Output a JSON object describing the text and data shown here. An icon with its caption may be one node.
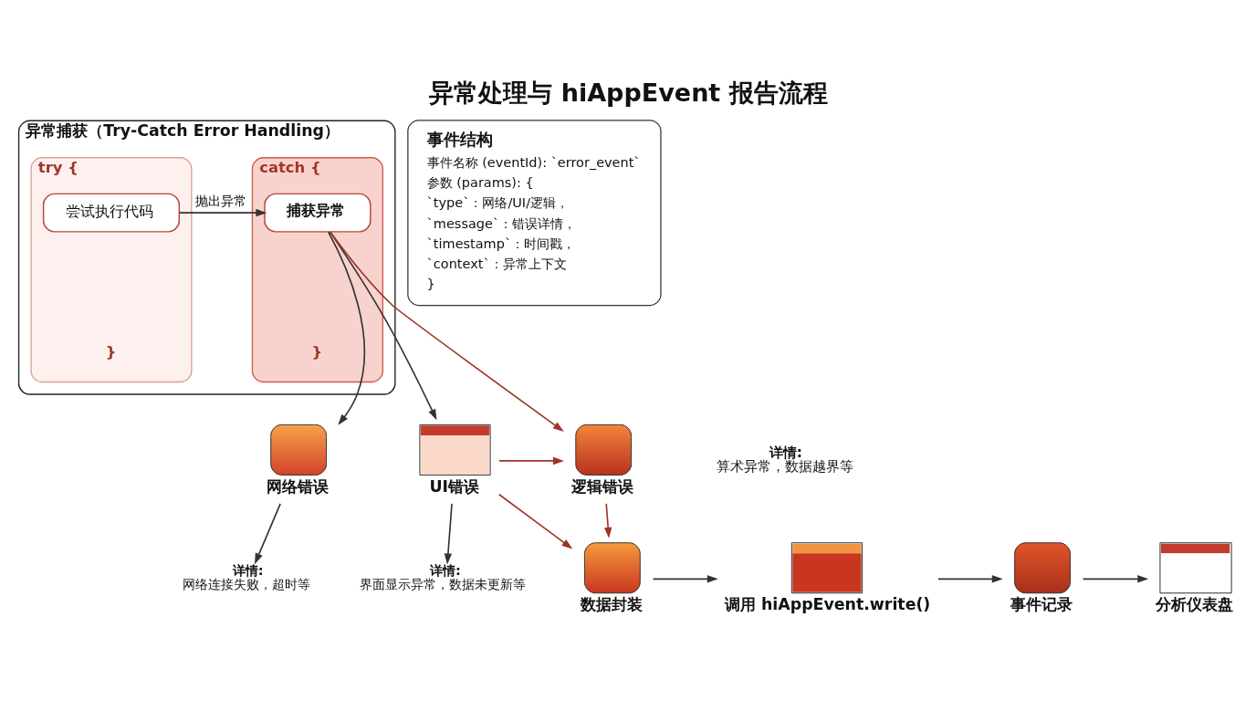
{
  "diagram": {
    "title": "异常处理与 hiAppEvent 报告流程",
    "nodes": [
      {
        "text": [
          "异常捕获（Try-Catch Error Handling）"
        ]
      },
      {
        "text": [
          "try {",
          "}"
        ],
        "in": 0
      },
      {
        "text": [
          "尝试执行代码"
        ],
        "in": 1
      },
      {
        "text": [
          "catch {",
          "}"
        ],
        "in": 0
      },
      {
        "text": [
          "捕获异常"
        ],
        "in": 3
      },
      {
        "text": [
          "事件结构",
          "事件名称 (eventId): `error_event`",
          "参数 (params): {",
          "`type`：网络/UI/逻辑，",
          "`message`：错误详情，",
          "`timestamp`：时间戳，",
          "`context`：异常上下文",
          "}"
        ]
      },
      {
        "text": [
          "网络错误"
        ]
      },
      {
        "text": [
          "详情:",
          "网络连接失败，超时等"
        ]
      },
      {
        "text": [
          "UI错误"
        ]
      },
      {
        "text": [
          "详情:",
          "界面显示异常，数据未更新等"
        ]
      },
      {
        "text": [
          "逻辑错误"
        ],
        "beside": [
          "详情:",
          "算术异常，数据越界等"
        ]
      },
      {
        "text": [
          "数据封装"
        ]
      },
      {
        "text": [
          "调用 hiAppEvent.write()"
        ]
      },
      {
        "text": [
          "事件记录"
        ]
      },
      {
        "text": [
          "分析仪表盘"
        ]
      }
    ],
    "edges": [
      {
        "from": 2,
        "to": 4,
        "arrow": "to",
        "label": "抛出异常"
      },
      {
        "from": 4,
        "to": 6,
        "arrow": "to"
      },
      {
        "from": 4,
        "to": 8,
        "arrow": "to"
      },
      {
        "from": 4,
        "to": 10,
        "arrow": "to",
        "color": "#9e3327"
      },
      {
        "from": 6,
        "to": 7,
        "arrow": "to"
      },
      {
        "from": 8,
        "to": 9,
        "arrow": "to"
      },
      {
        "from": 8,
        "to": 10,
        "arrow": "to",
        "color": "#9e3327"
      },
      {
        "from": 8,
        "to": 11,
        "arrow": "to",
        "color": "#9e3327"
      },
      {
        "from": 10,
        "to": 11,
        "arrow": "to",
        "color": "#9e3327"
      },
      {
        "from": 11,
        "to": 12,
        "arrow": "to"
      },
      {
        "from": 12,
        "to": 13,
        "arrow": "to"
      },
      {
        "from": 13,
        "to": 14,
        "arrow": "to"
      }
    ]
  }
}
